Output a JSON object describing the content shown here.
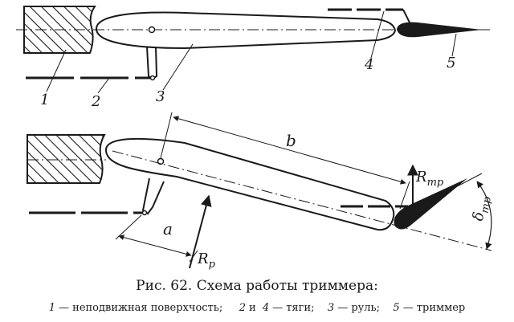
{
  "labels": {
    "n1": "1",
    "n2": "2",
    "n3": "3",
    "n4": "4",
    "n5": "5",
    "b": "b",
    "a": "a",
    "r_tr_main": "R",
    "r_tr_sub": "тр",
    "r_p_main": "R",
    "r_p_sub": "р",
    "delta_main": "δ",
    "delta_sub": "тр"
  },
  "caption": {
    "title": "Рис. 62. Схема работы триммера:",
    "legend": [
      {
        "num": "1",
        "text": "— неподвижная поверхчость;"
      },
      {
        "num": "2",
        "text": "и"
      },
      {
        "num": "4",
        "text": "— тяги;"
      },
      {
        "num": "3",
        "text": "— руль;"
      },
      {
        "num": "5",
        "text": "— триммер"
      }
    ]
  },
  "colors": {
    "ink": "#1a1a1a",
    "paper": "#ffffff"
  }
}
